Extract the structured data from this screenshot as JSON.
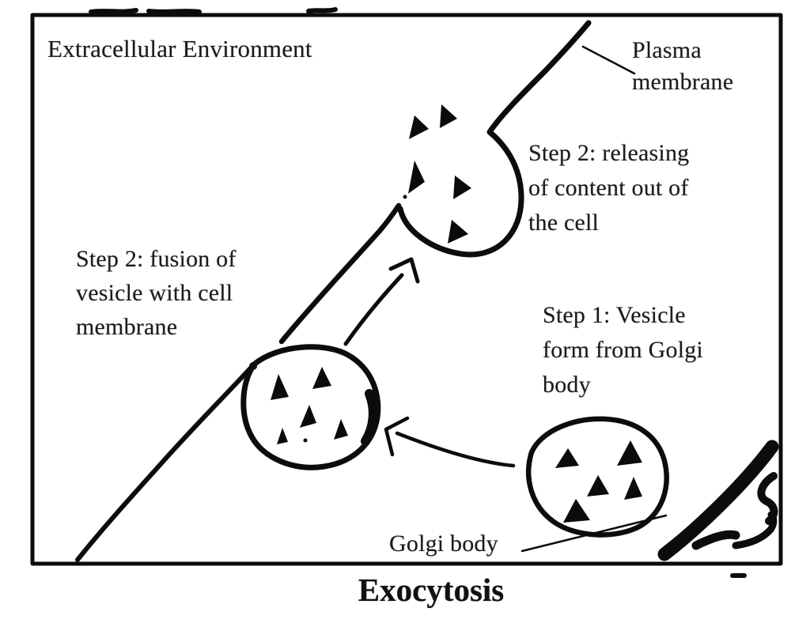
{
  "diagram": {
    "title": "Exocytosis",
    "region_label": "Extracellular Environment",
    "labels": {
      "plasma_membrane": "Plasma\nmembrane",
      "step2_releasing": "Step 2: releasing\nof content out of\nthe cell",
      "step2_fusion": "Step 2: fusion of\nvesicle with cell\nmembrane",
      "step1_vesicle": "Step 1: Vesicle\nform from Golgi\nbody",
      "golgi_body": "Golgi body"
    },
    "style": {
      "ink_color": "#0c0c0c",
      "paper_color": "#ffffff",
      "drawing_style": "hand-drawn sketch"
    },
    "elements": [
      "plasma-membrane-line",
      "fused-vesicle-releasing-content",
      "transport-vesicle-with-content",
      "vesicle-from-golgi",
      "golgi-body-stack",
      "content-triangles"
    ]
  }
}
